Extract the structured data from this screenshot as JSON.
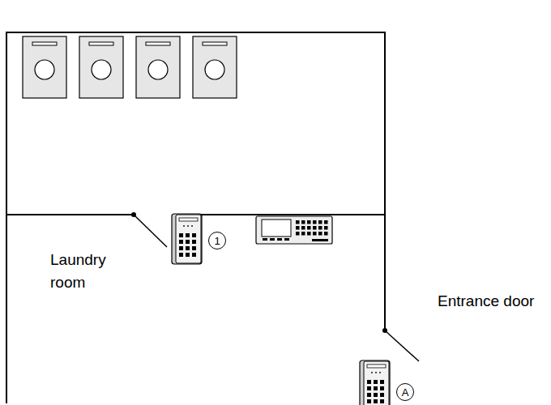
{
  "diagram": {
    "nodes": [
      {
        "text": [
          "1"
        ]
      },
      {
        "text": [
          "A"
        ]
      }
    ],
    "labels": [
      "Laundry room",
      "Entrance door"
    ]
  }
}
